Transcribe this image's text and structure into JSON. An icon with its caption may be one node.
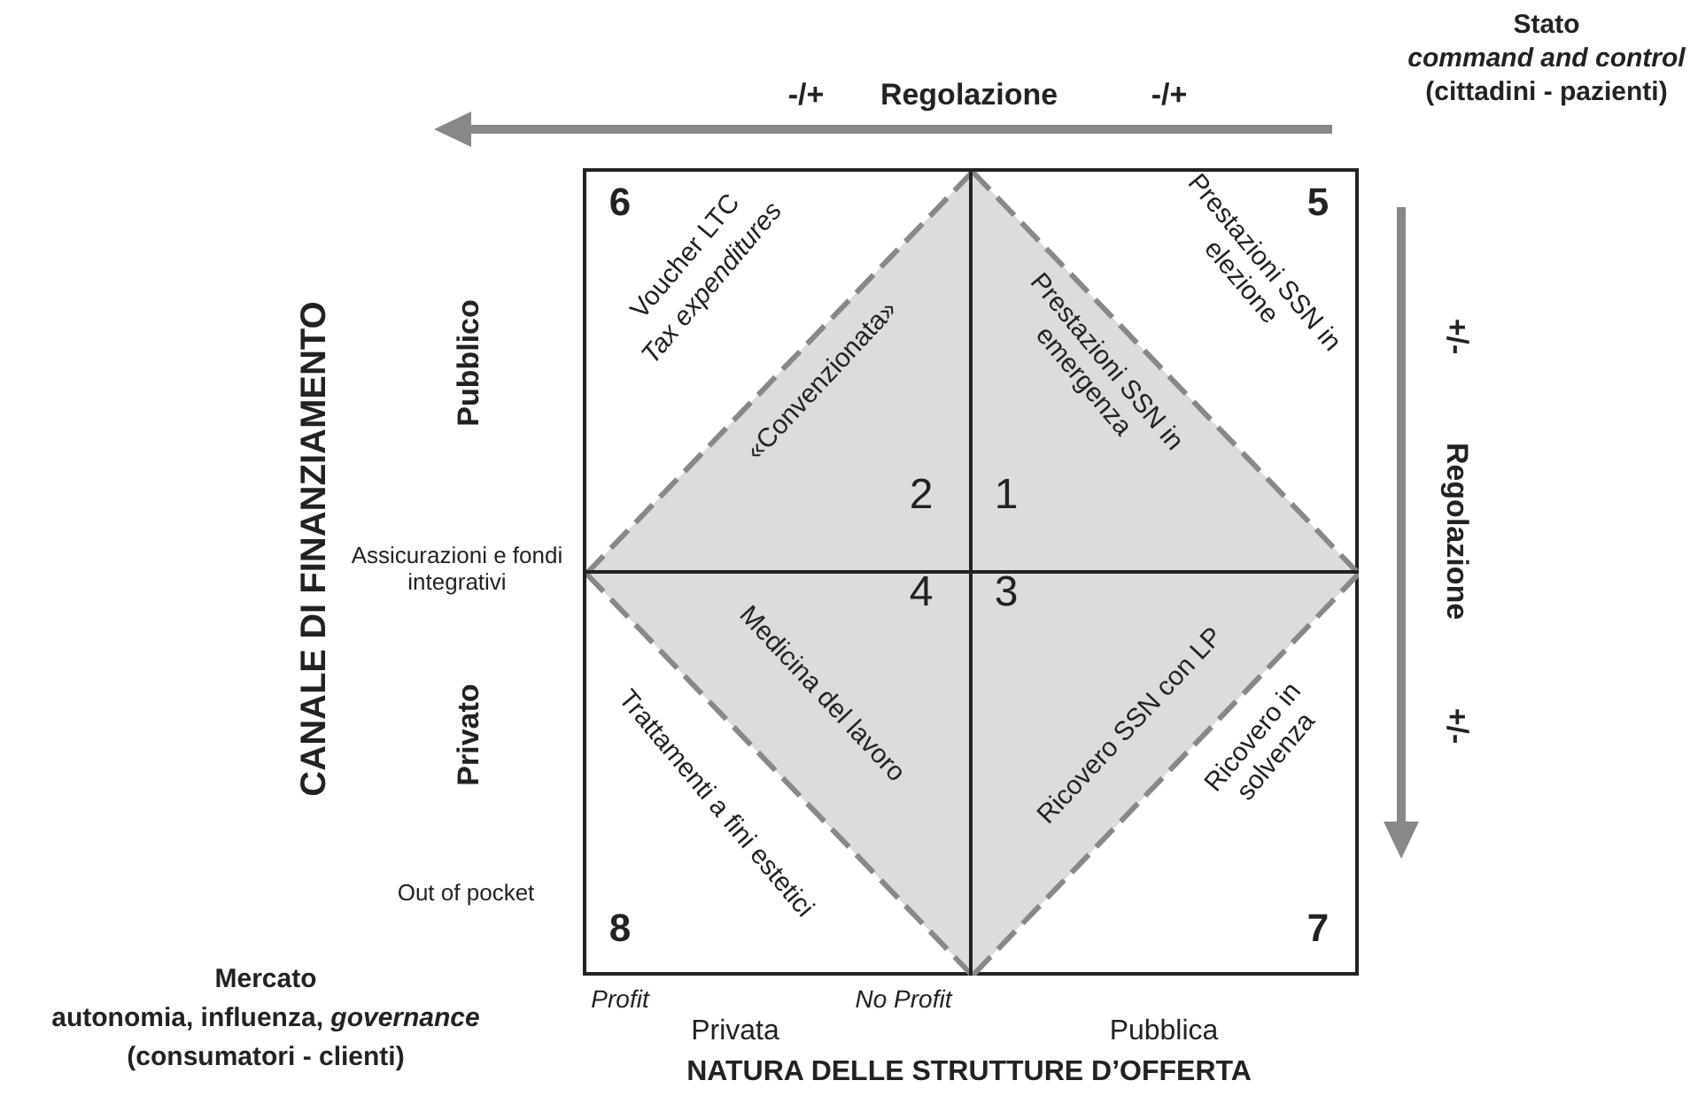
{
  "diagram": {
    "nodes": [
      {
        "text": [
          "6",
          "Voucher LTC",
          "Tax expenditures"
        ]
      },
      {
        "text": [
          "«Convenzionata»",
          "2"
        ],
        "in": 0
      },
      {
        "text": [
          "5",
          "Prestazioni SSN in elezione"
        ]
      },
      {
        "text": [
          "Prestazioni SSN in emergenza",
          "1"
        ],
        "in": 2
      },
      {
        "text": [
          "8",
          "Trattamenti a fini estetici"
        ]
      },
      {
        "text": [
          "4",
          "Medicina del lavoro"
        ],
        "in": 4
      },
      {
        "text": [
          "7",
          "Ricovero in solvenza"
        ]
      },
      {
        "text": [
          "3",
          "Ricovero SSN con LP"
        ],
        "in": 6
      }
    ],
    "edges": [],
    "labels": [
      "Stato",
      "command and control",
      "-/+",
      "Regolazione",
      "-/+",
      "(cittadini - pazienti)",
      "+/-",
      "Regolazione",
      "+/-",
      "CANALE DI FINANZIAMENTO",
      "Pubblico",
      "Assicurazioni e fondi integrativi",
      "Privato",
      "Out of pocket",
      "Profit",
      "No Profit",
      "Privata",
      "Pubblica",
      "Mercato",
      "autonomia, influenza, *governance*",
      "(consumatori - clienti)",
      "NATURA DELLE STRUTTURE D’OFFERTA"
    ]
  }
}
